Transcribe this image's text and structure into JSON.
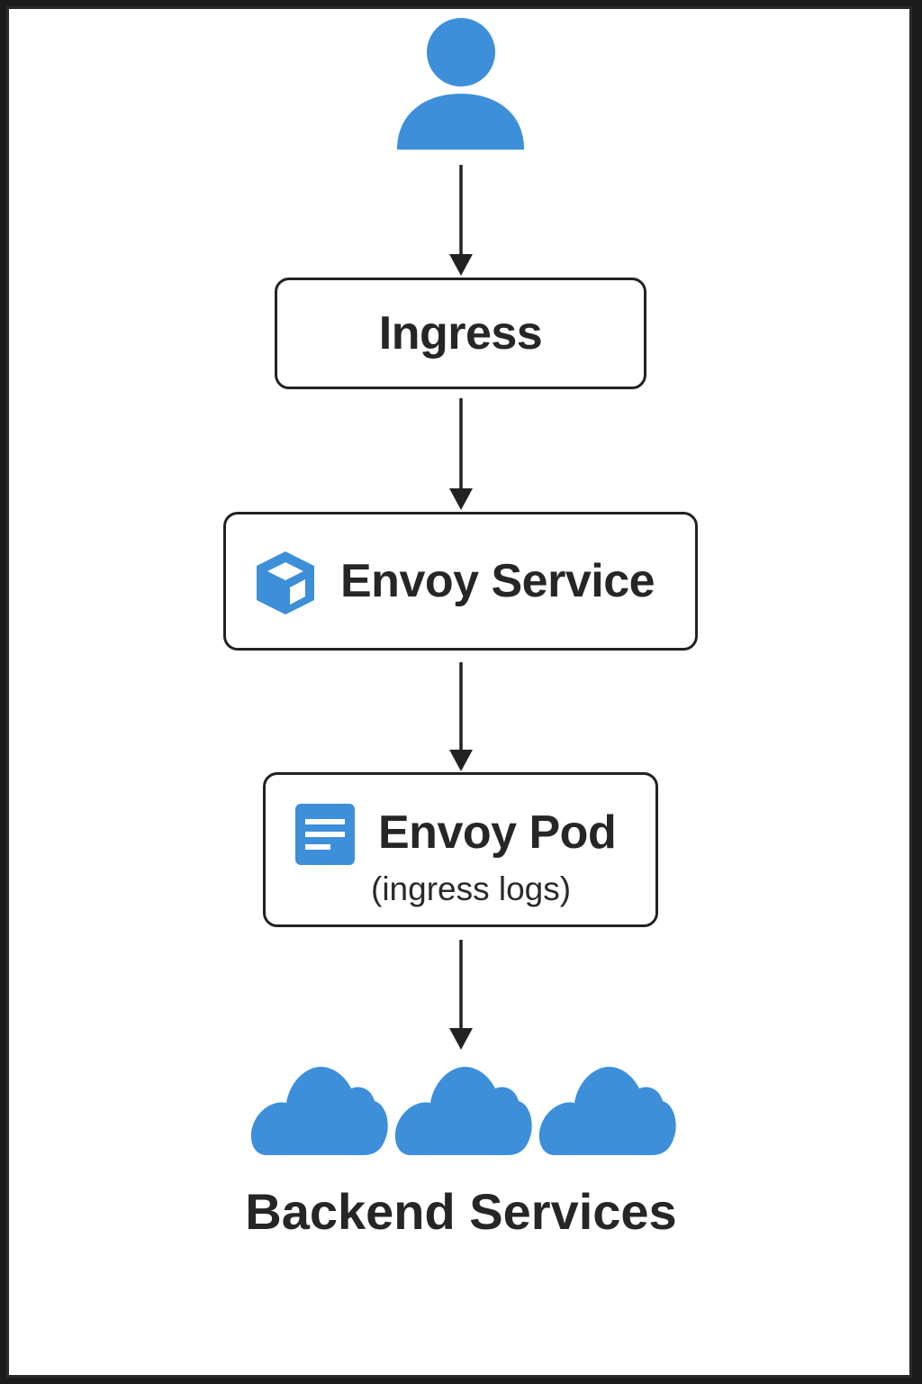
{
  "diagram": {
    "nodes": [
      {
        "id": "user",
        "label": "",
        "icon": "user-icon"
      },
      {
        "id": "ingress",
        "label": "Ingress"
      },
      {
        "id": "envoy_service",
        "label": "Envoy Service",
        "icon": "cube-icon"
      },
      {
        "id": "envoy_pod",
        "label": "Envoy Pod",
        "sublabel": "(ingress logs)",
        "icon": "document-icon"
      },
      {
        "id": "backend",
        "label": "Backend Services",
        "icon": "cloud-icon",
        "icon_count": 3
      }
    ],
    "edges": [
      {
        "from": "user",
        "to": "ingress"
      },
      {
        "from": "ingress",
        "to": "envoy_service"
      },
      {
        "from": "envoy_service",
        "to": "envoy_pod"
      },
      {
        "from": "envoy_pod",
        "to": "backend"
      }
    ]
  },
  "colors": {
    "accent": "#3d8fd9",
    "border": "#222222",
    "text": "#262626",
    "background": "#ffffff"
  }
}
